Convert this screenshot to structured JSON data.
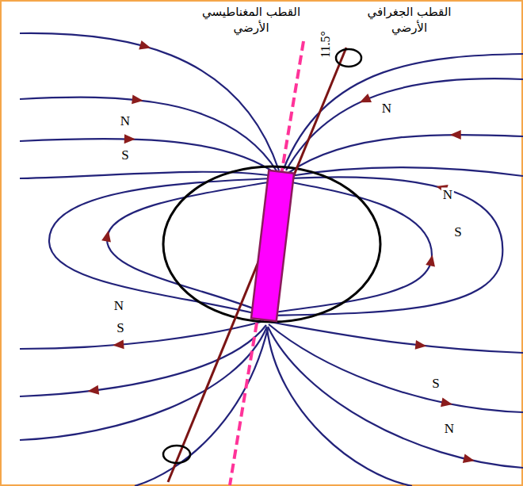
{
  "diagram": {
    "labels": [
      "القطب المغناطيسي الأرضي",
      "11.5°",
      "القطب الجغرافي الأرضي",
      "N",
      "N",
      "S",
      "N",
      "S",
      "N",
      "S",
      "S",
      "N"
    ]
  }
}
